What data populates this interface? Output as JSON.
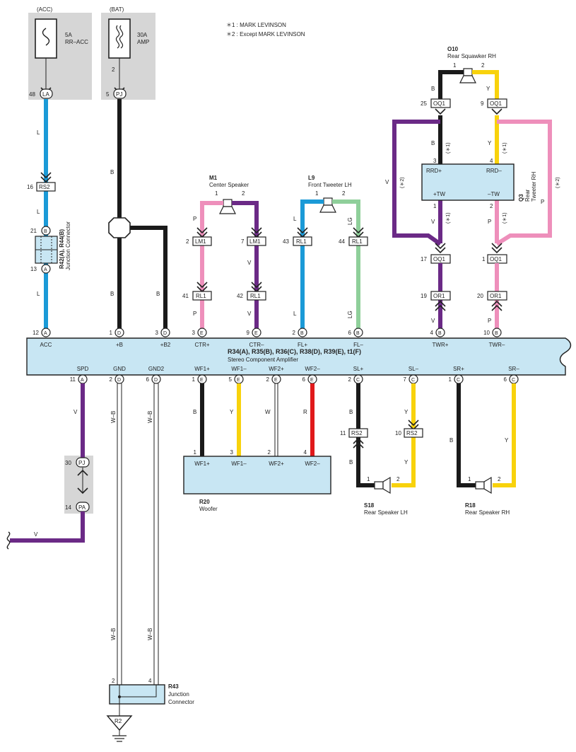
{
  "notes": {
    "n1": "＊1 : MARK LEVINSON",
    "n2": "＊2 : Except MARK LEVINSON"
  },
  "colors": {
    "B": "#1a1a1a",
    "L": "#1b9ad7",
    "P": "#ee8fbb",
    "V": "#6b2a86",
    "LG": "#8fcf9a",
    "Y": "#f8d20c",
    "R": "#e0191b",
    "W": "#ffffff",
    "box": "#c8e6f3",
    "fusebox": "#d6d6d6"
  },
  "fuses": {
    "acc": {
      "supply": "(ACC)",
      "rating": "5A",
      "name": "RR–ACC",
      "pin": "48",
      "conn": "LA"
    },
    "bat": {
      "supply": "(BAT)",
      "rating": "30A",
      "name": "AMP",
      "pin_top": "2",
      "pin": "5",
      "conn": "PJ"
    }
  },
  "inline": {
    "rs2_top": {
      "pin": "16",
      "name": "RS2"
    },
    "jc_r42": {
      "title": "R42(A), R44(B)",
      "subtitle": "Junction Connector",
      "pin_b": "21",
      "letter_b": "B",
      "pin_a": "13",
      "letter_a": "A"
    }
  },
  "amp": {
    "title": "R34(A), R35(B), R36(C), R38(D), R39(E), t1(F)",
    "subtitle": "Stereo Component Amplifier",
    "top_pins": [
      {
        "num": "12",
        "letter": "A",
        "label": "ACC"
      },
      {
        "num": "1",
        "letter": "D",
        "label": "+B"
      },
      {
        "num": "3",
        "letter": "D",
        "label": "+B2"
      },
      {
        "num": "3",
        "letter": "E",
        "label": "CTR+"
      },
      {
        "num": "9",
        "letter": "E",
        "label": "CTR–"
      },
      {
        "num": "2",
        "letter": "B",
        "label": "FL+"
      },
      {
        "num": "6",
        "letter": "B",
        "label": "FL–"
      },
      {
        "num": "4",
        "letter": "B",
        "label": "TWR+"
      },
      {
        "num": "10",
        "letter": "B",
        "label": "TWR–"
      }
    ],
    "bottom_pins": [
      {
        "num": "11",
        "letter": "A",
        "label": "SPD"
      },
      {
        "num": "2",
        "letter": "D",
        "label": "GND"
      },
      {
        "num": "6",
        "letter": "D",
        "label": "GND2"
      },
      {
        "num": "1",
        "letter": "E",
        "label": "WF1+"
      },
      {
        "num": "5",
        "letter": "E",
        "label": "WF1–"
      },
      {
        "num": "2",
        "letter": "E",
        "label": "WF2+"
      },
      {
        "num": "6",
        "letter": "E",
        "label": "WF2–"
      },
      {
        "num": "2",
        "letter": "C",
        "label": "SL+"
      },
      {
        "num": "7",
        "letter": "C",
        "label": "SL–"
      },
      {
        "num": "1",
        "letter": "C",
        "label": "SR+"
      },
      {
        "num": "6",
        "letter": "C",
        "label": "SR–"
      }
    ]
  },
  "speakers": {
    "m1": {
      "id": "M1",
      "name": "Center Speaker",
      "p1": "1",
      "p2": "2"
    },
    "l9": {
      "id": "L9",
      "name": "Front Tweeter LH",
      "p1": "1",
      "p2": "2"
    },
    "o10": {
      "id": "O10",
      "name": "Rear Squawker RH",
      "p1": "1",
      "p2": "2"
    },
    "s18": {
      "id": "S18",
      "name": "Rear Speaker LH",
      "p1": "1",
      "p2": "2"
    },
    "r18": {
      "id": "R18",
      "name": "Rear Speaker RH",
      "p1": "1",
      "p2": "2"
    }
  },
  "tweeter_q3": {
    "id": "Q3",
    "name1": "Rear",
    "name2": "Tweeter RH",
    "rrd_plus": "RRD+",
    "rrd_minus": "RRD–",
    "tw_plus": "+TW",
    "tw_minus": "–TW",
    "pin_rrd_plus": "3",
    "pin_rrd_minus": "4",
    "pin_tw_plus": "1",
    "pin_tw_minus": "2"
  },
  "connectors": {
    "lm1_left": {
      "pin": "2",
      "name": "LM1"
    },
    "lm1_right": {
      "pin": "7",
      "name": "LM1"
    },
    "rl1_a": {
      "pin": "41",
      "name": "RL1"
    },
    "rl1_b": {
      "pin": "42",
      "name": "RL1"
    },
    "rl1_c": {
      "pin": "43",
      "name": "RL1"
    },
    "rl1_d": {
      "pin": "44",
      "name": "RL1"
    },
    "oq1_a": {
      "pin": "25",
      "name": "OQ1"
    },
    "oq1_b": {
      "pin": "9",
      "name": "OQ1"
    },
    "oq1_c": {
      "pin": "17",
      "name": "OQ1"
    },
    "oq1_d": {
      "pin": "1",
      "name": "OQ1"
    },
    "or1_a": {
      "pin": "19",
      "name": "OR1"
    },
    "or1_b": {
      "pin": "20",
      "name": "OR1"
    },
    "rs2_sl": {
      "pin": "11",
      "name": "RS2"
    },
    "rs2_slm": {
      "pin": "10",
      "name": "RS2"
    },
    "pj_spd": {
      "pin": "30",
      "name": "PJ"
    },
    "pa_spd": {
      "pin": "14",
      "name": "PA"
    }
  },
  "woofer": {
    "id": "R20",
    "name": "Woofer",
    "pins": [
      {
        "num": "1",
        "label": "WF1+"
      },
      {
        "num": "3",
        "label": "WF1–"
      },
      {
        "num": "2",
        "label": "WF2+"
      },
      {
        "num": "4",
        "label": "WF2–"
      }
    ]
  },
  "jc_r43": {
    "id": "R43",
    "name1": "Junction",
    "name2": "Connector",
    "p2": "2",
    "p4": "4"
  },
  "ground": {
    "name": "R2"
  },
  "wire_labels": {
    "acc_l1": "L",
    "acc_l2": "L",
    "acc_l3": "L",
    "bat_b1": "B",
    "bat_b2": "B",
    "bat_b3": "B",
    "ctr_p1": "P",
    "ctr_p2": "P",
    "ctr_v1": "V",
    "ctr_v2": "V",
    "fl_l1": "L",
    "fl_l2": "L",
    "fl_lg1": "LG",
    "fl_lg2": "LG",
    "sq_b": "B",
    "sq_y": "Y",
    "tw_b": "B",
    "tw_y": "Y",
    "tw_v": "V",
    "tw_p": "P",
    "tw_v2": "V",
    "tw_p2": "P",
    "tw_v_outer": "V",
    "tw_p_outer": "P",
    "opt1a": "(＊1)",
    "opt1b": "(＊1)",
    "opt1c": "(＊1)",
    "opt1d": "(＊1)",
    "opt2a": "(＊2)",
    "opt2b": "(＊2)",
    "spd_v1": "V",
    "spd_v2": "V",
    "gnd_wb1": "W–B",
    "gnd_wb2": "W–B",
    "gnd_wb3": "W–B",
    "gnd_wb4": "W–B",
    "wf_b": "B",
    "wf_y": "Y",
    "wf_w": "W",
    "wf_r": "R",
    "sl_b1": "B",
    "sl_b2": "B",
    "sl_y1": "Y",
    "sl_y2": "Y",
    "sr_b": "B",
    "sr_y": "Y"
  }
}
